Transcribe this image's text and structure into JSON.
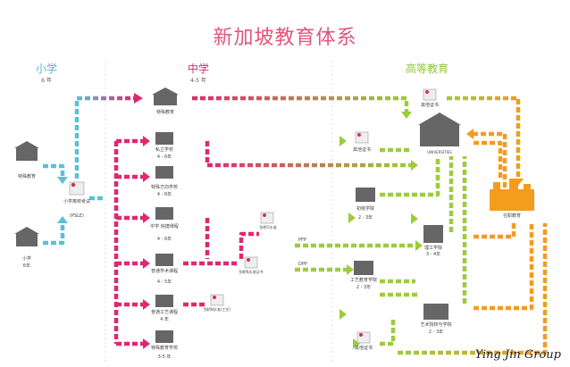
{
  "title": "新加坡教育体系",
  "stages": {
    "primary": {
      "name": "小学",
      "years": "6 年",
      "color": "#4bb8d0"
    },
    "secondary": {
      "name": "中学",
      "years": "4-5 年",
      "color": "#e0286f"
    },
    "tertiary": {
      "name": "高等教育",
      "color": "#8cc63f"
    }
  },
  "colors": {
    "blue": "#5bc0d8",
    "pink": "#e0286f",
    "lime": "#9ccc3c",
    "orange": "#f39c1e",
    "dark": "#555555",
    "accent": "#d62f4f"
  },
  "nodes": {
    "special_ed_left": "特殊教育",
    "primary_school": "小学",
    "primary_years": "6年",
    "psle": "小学离校考试",
    "psle_abbr": "(PSLE)",
    "special_ed_mid": "特殊教育",
    "private_school": "私立学校",
    "private_years": "4 - 6年",
    "independent": "特殊方向学校",
    "independent_years": "4 - 6年",
    "secondary_exp": "中学  快捷课程",
    "secondary_exp_years": "4 - 6年",
    "normal_academic": "普通学术课程",
    "normal_academic_years": "4 - 5年",
    "normal_technical": "普通工艺课程",
    "normal_technical_years": "4 年",
    "specialised": "特殊教育学校",
    "specialised_years": "3-5 年",
    "cert_mid": "其他证书",
    "cert_top": "其他证书",
    "cert_bottom": "其他证书",
    "universities": "UNIVERSITIES",
    "junior_college": "初级学院",
    "junior_college_years": "2 - 3年",
    "polytechnic": "理工学院",
    "polytechnic_years": "3 - 4年",
    "ite": "工艺教育学院",
    "ite_years": "2 - 3年",
    "arts": "艺术院校与学院",
    "arts_years": "2 - 3年",
    "continuing": "在职教育",
    "small_o": "剑桥O水准",
    "small_n": "剑桥N水准证书",
    "small_nt": "剑桥N水准(工艺)",
    "pfp": "PFP",
    "dpp": "DPP"
  },
  "watermark": "Ying Jin Group"
}
